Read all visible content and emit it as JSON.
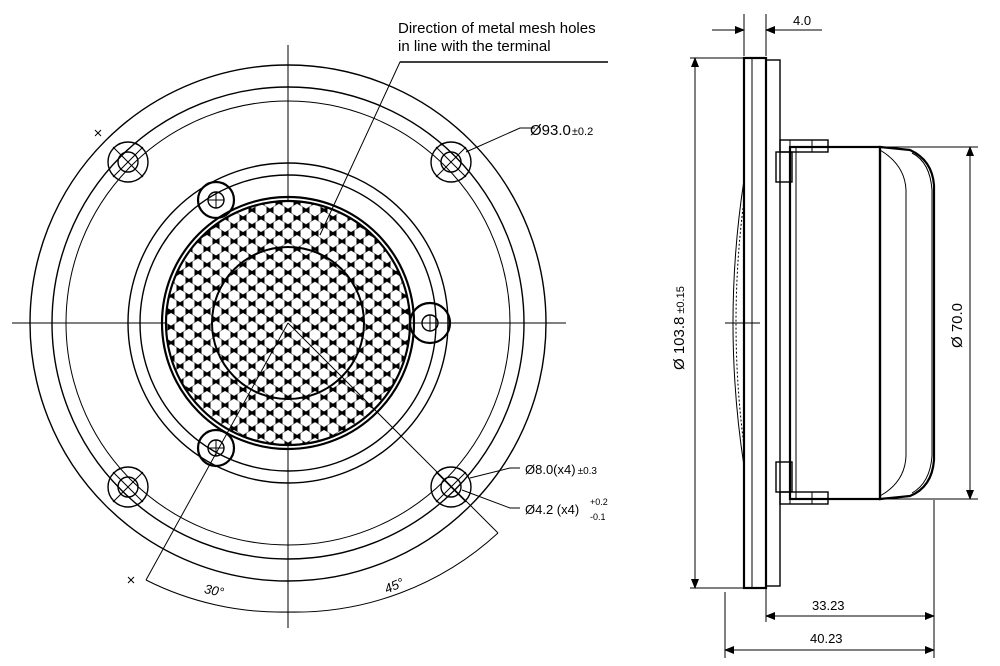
{
  "annotations": {
    "mesh_note_line1": "Direction of metal mesh holes",
    "mesh_note_line2": "in line with the terminal"
  },
  "front_view": {
    "outer_diameter": {
      "symbol": "Ø",
      "value": "93.0",
      "tol": "±0.2"
    },
    "hole_outer": {
      "label": "Ø8.0(x4)",
      "tol": "±0.3"
    },
    "hole_inner": {
      "label": "Ø4.2 (x4)",
      "tol_plus": "+0.2",
      "tol_minus": "-0.1"
    },
    "angle_a": "30°",
    "angle_b": "45°"
  },
  "side_view": {
    "flange_thickness": "4.0",
    "overall_diameter": {
      "value": "Ø 103.8",
      "tol": "±0.15"
    },
    "body_diameter": "Ø 70.0",
    "body_depth": "33.23",
    "total_depth": "40.23"
  },
  "colors": {
    "line": "#000000",
    "background": "#ffffff"
  }
}
